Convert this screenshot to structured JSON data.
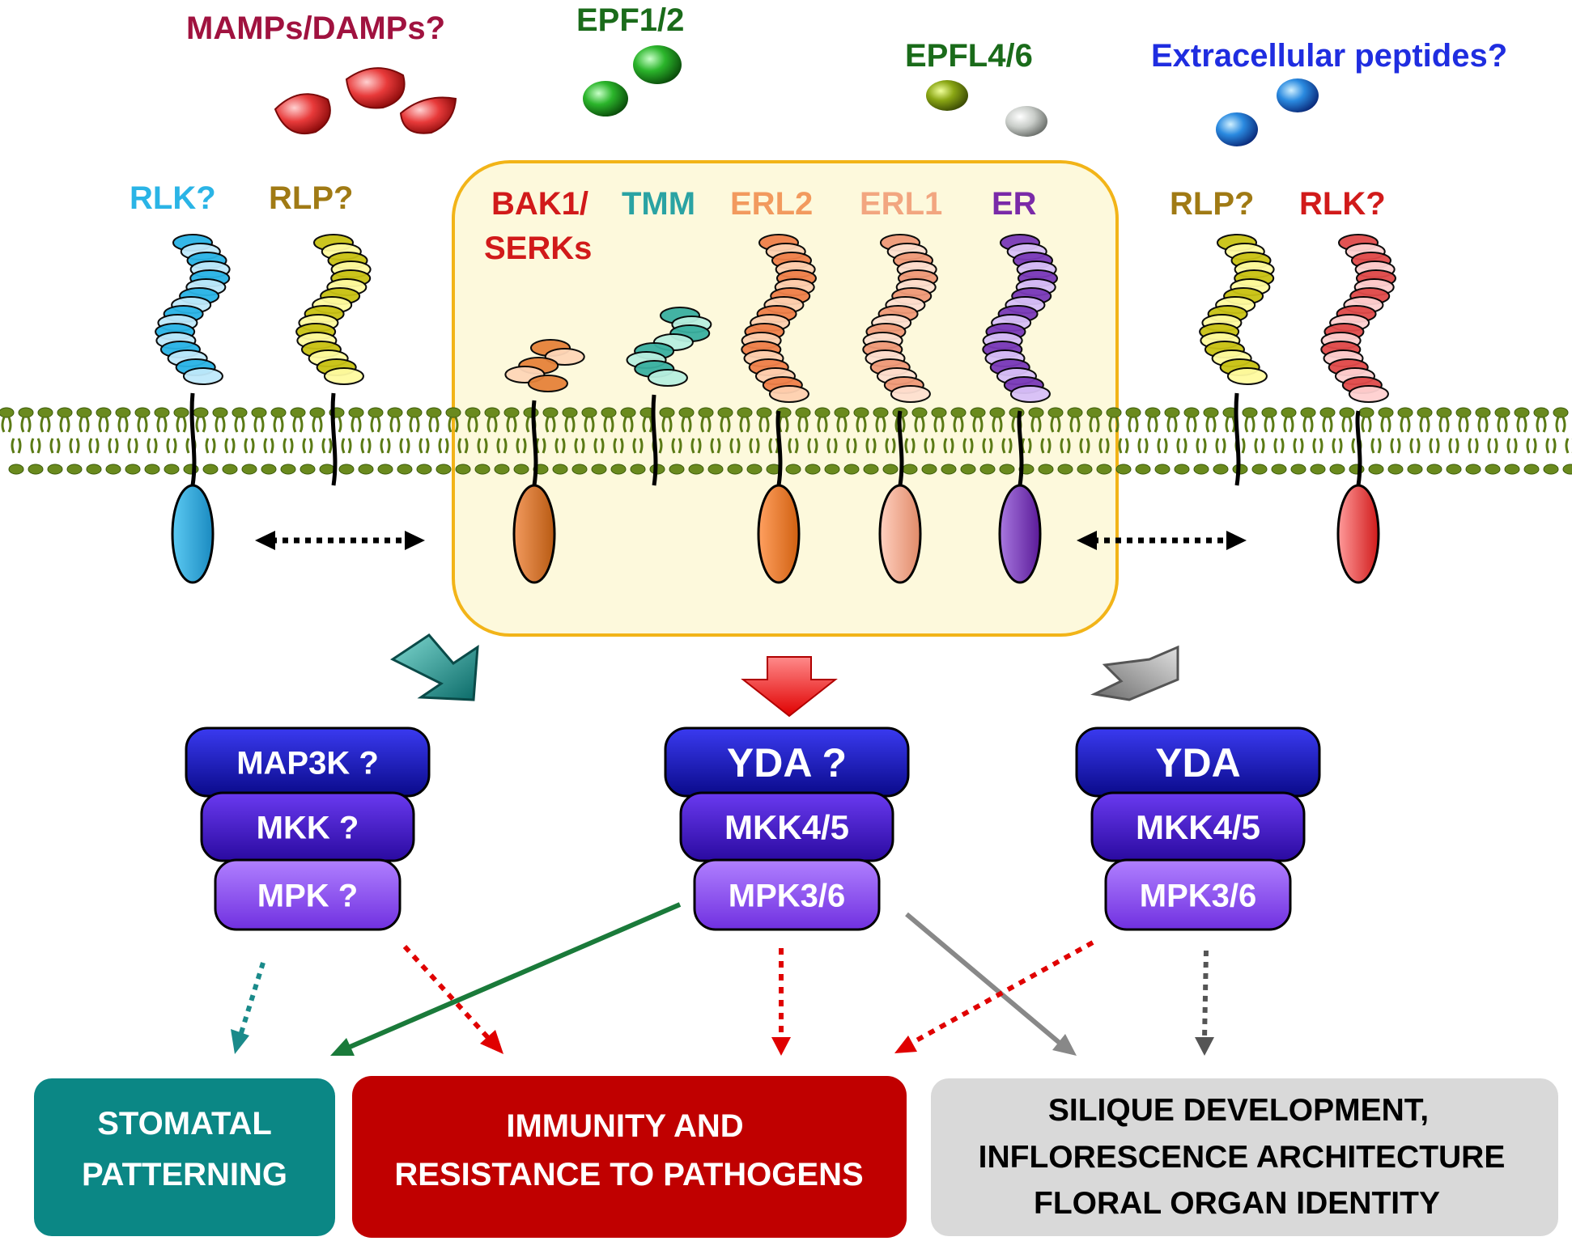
{
  "ligands": {
    "mamps": "MAMPs/DAMPs?",
    "epf12": "EPF1/2",
    "epfl46": "EPFL4/6",
    "peptides": "Extracellular  peptides?"
  },
  "receptors": {
    "rlk_left": "RLK?",
    "rlp_left": "RLP?",
    "bak1_line1": "BAK1/",
    "bak1_line2": "SERKs",
    "tmm": "TMM",
    "erl2": "ERL2",
    "erl1": "ERL1",
    "er": "ER",
    "rlp_right": "RLP?",
    "rlk_right": "RLK?"
  },
  "cascades": {
    "left": {
      "map3k": "MAP3K  ?",
      "mkk": "MKK  ?",
      "mpk": "MPK  ?"
    },
    "middle": {
      "map3k": "YDA ?",
      "mkk": "MKK4/5",
      "mpk": "MPK3/6"
    },
    "right": {
      "map3k": "YDA",
      "mkk": "MKK4/5",
      "mpk": "MPK3/6"
    }
  },
  "outcomes": {
    "stomatal_line1": "STOMATAL",
    "stomatal_line2": "PATTERNING",
    "immunity_line1": "IMMUNITY AND",
    "immunity_line2": "RESISTANCE TO PATHOGENS",
    "silique_line1": "SILIQUE DEVELOPMENT,",
    "silique_line2": "INFLORESCENCE ARCHITECTURE",
    "silique_line3": "FLORAL ORGAN IDENTITY"
  },
  "colors": {
    "mamps_label": "#a0123f",
    "epf_label": "#1a6b1a",
    "peptides_label": "#1f2de0",
    "rlk_left": "#2ab4e6",
    "rlp": "#a07a14",
    "bak1": "#d11a1a",
    "tmm": "#2aa3a3",
    "erl2": "#f29a5e",
    "erl1": "#f2a680",
    "er": "#7a2aa8",
    "rlk_right": "#d11a1a",
    "complex_box": "#fdf9dc",
    "complex_border": "#f2b418",
    "stomatal_box": "#0b8785",
    "immunity_box": "#c00000",
    "silique_box": "#d9d9d9",
    "map3k_box": "#1a1ab0",
    "mkk_box": "#4a1ad0",
    "mpk_box": "#8a4af0"
  }
}
